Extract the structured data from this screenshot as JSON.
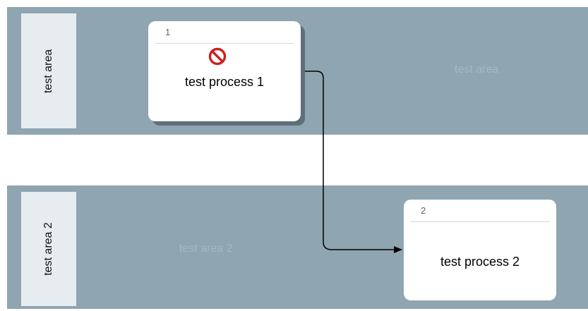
{
  "lanes": [
    {
      "header": "test area",
      "watermark": "test area"
    },
    {
      "header": "test area 2",
      "watermark": "test area 2"
    }
  ],
  "processes": [
    {
      "number": "1",
      "name": "test process 1",
      "status_icon": "no-entry-icon",
      "status_color": "#cc1f1f"
    },
    {
      "number": "2",
      "name": "test process 2"
    }
  ],
  "colors": {
    "lane_background": "#8fa5b1",
    "lane_header_background": "#e6ecef",
    "lane_watermark": "#a7b8c2",
    "connector": "#000000"
  }
}
